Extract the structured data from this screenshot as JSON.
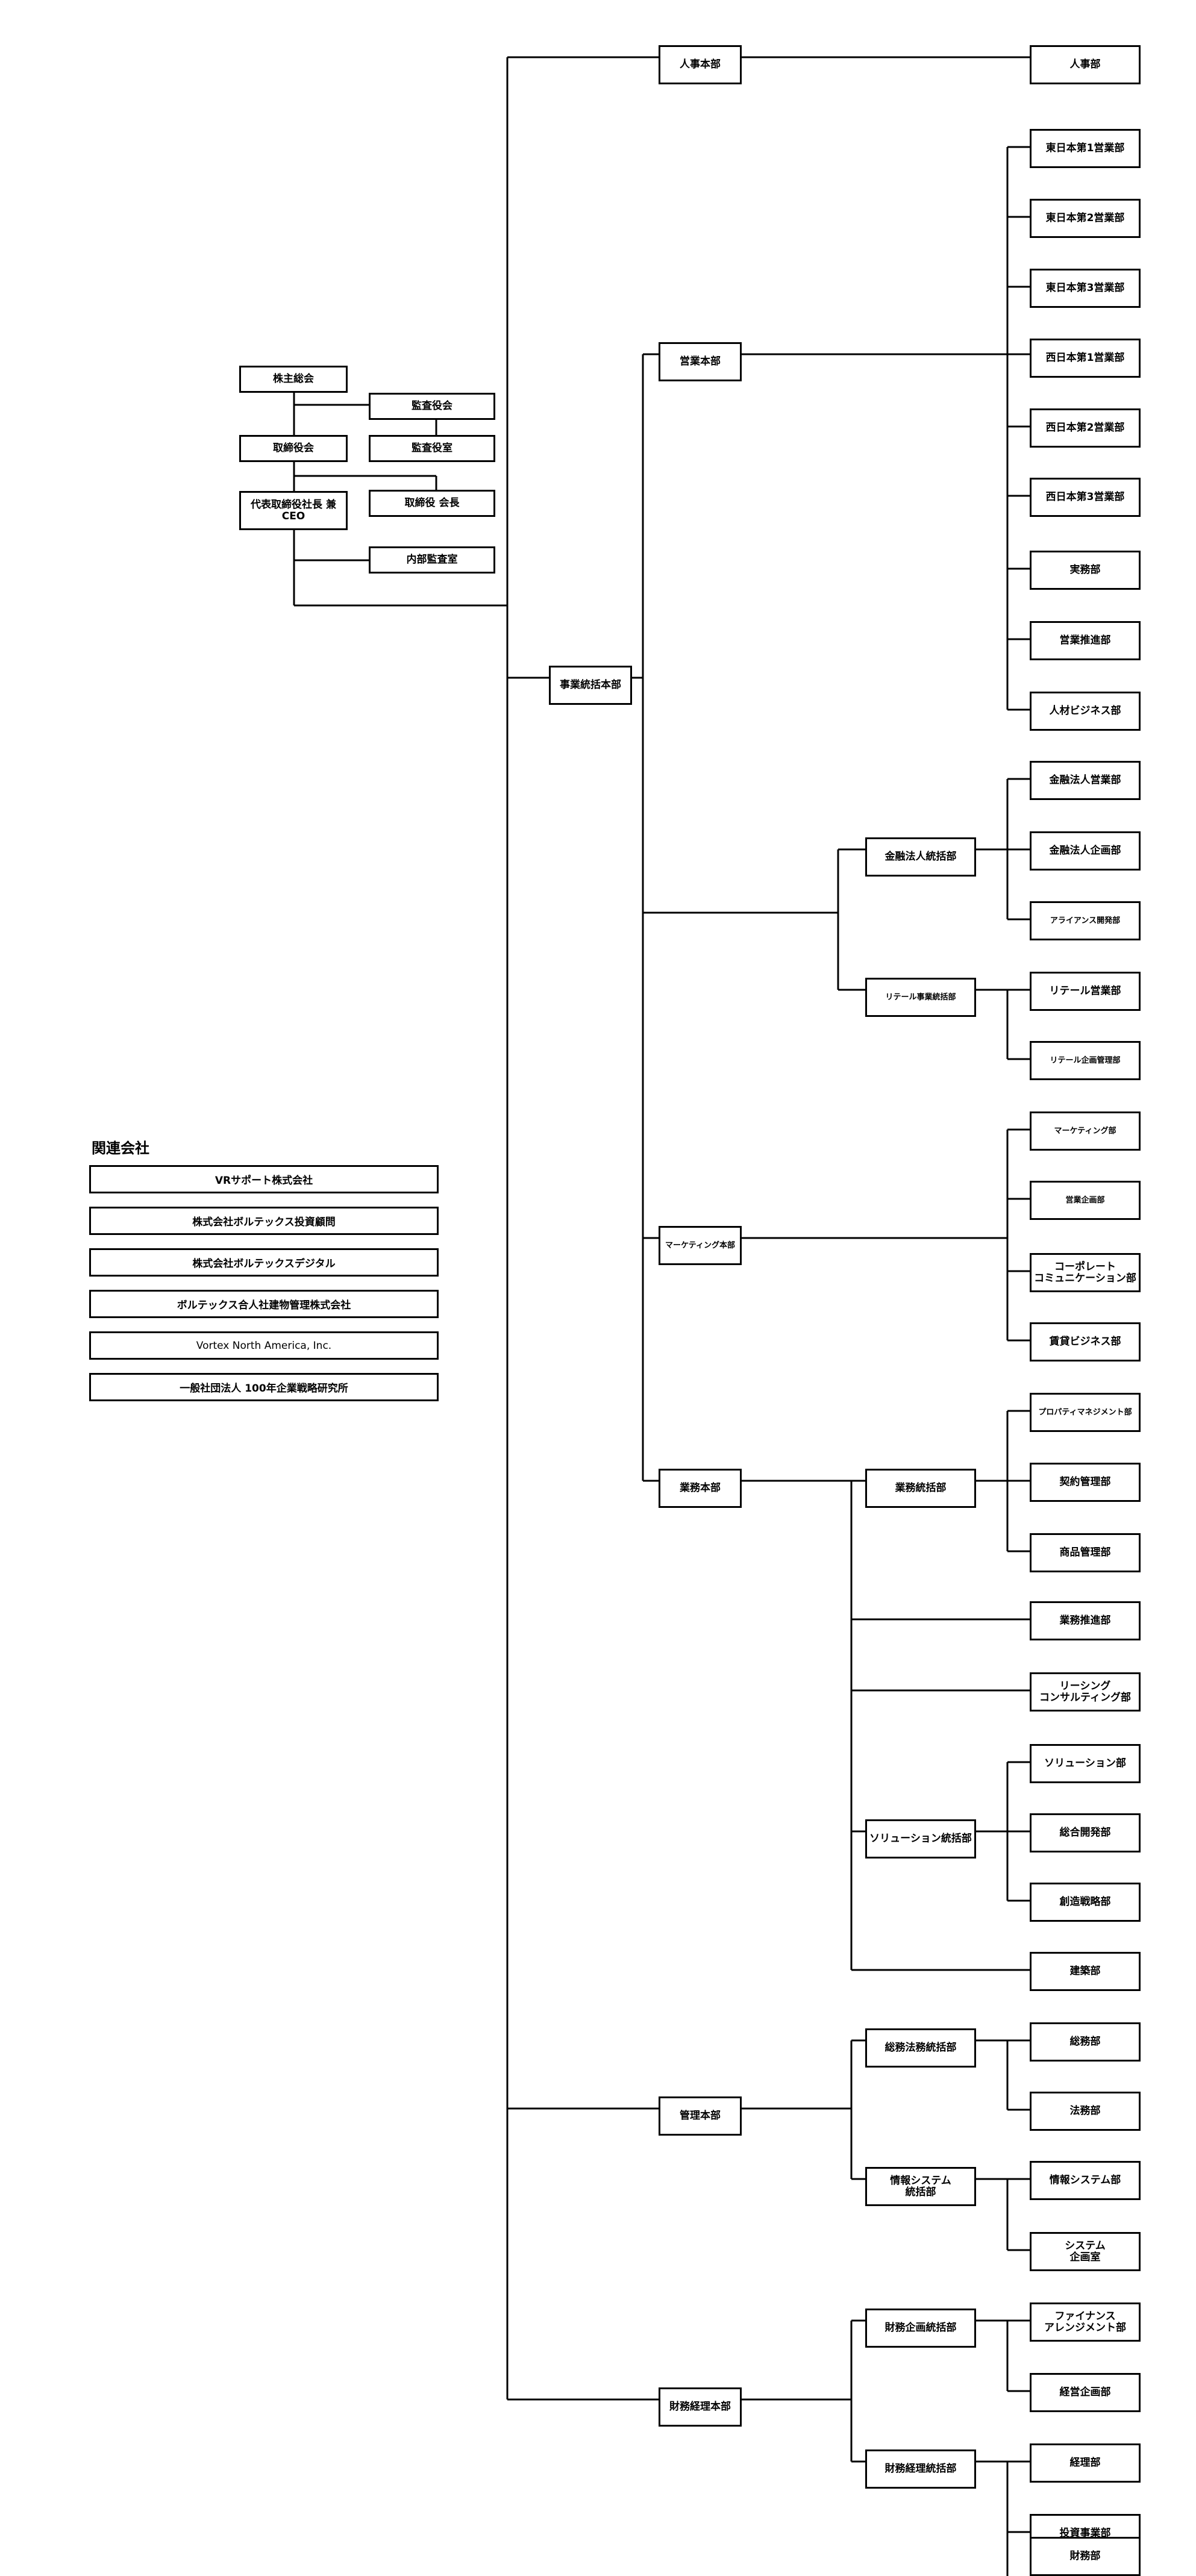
{
  "governance": {
    "shareholders": "株主総会",
    "board": "取締役会",
    "ceo": "代表取締役社長 兼\nCEO",
    "auditors_board": "監査役会",
    "auditors_office": "監査役室",
    "chairman": "取締役 会長",
    "internal_audit": "内部監査室"
  },
  "hq": {
    "hr": "人事本部",
    "business": "事業統括本部",
    "management": "管理本部",
    "finance": "財務経理本部"
  },
  "business": {
    "sales": "営業本部",
    "marketing": "マーケティング本部",
    "operations": "業務本部"
  },
  "groups": {
    "finance_corp": "金融法人統括部",
    "retail": "リテール事業統括部",
    "ops_control": "業務統括部",
    "solution": "ソリューション統括部",
    "general_legal": "総務法務統括部",
    "info_system": "情報システム\n統括部",
    "fin_planning": "財務企画統括部",
    "fin_accounting": "財務経理統括部"
  },
  "departments": {
    "hr": "人事部",
    "east1": "東日本第1営業部",
    "east2": "東日本第2営業部",
    "east3": "東日本第3営業部",
    "west1": "西日本第1営業部",
    "west2": "西日本第2営業部",
    "west3": "西日本第3営業部",
    "jitsumu": "実務部",
    "sales_promo": "営業推進部",
    "hr_business": "人材ビジネス部",
    "fin_corp_sales": "金融法人営業部",
    "fin_corp_plan": "金融法人企画部",
    "alliance": "アライアンス開発部",
    "retail_sales": "リテール営業部",
    "retail_plan": "リテール企画管理部",
    "marketing_dept": "マーケティング部",
    "sales_plan": "営業企画部",
    "corp_comm": "コーポレート\nコミュニケーション部",
    "rental": "賃貸ビジネス部",
    "property_mgmt": "プロパティマネジメント部",
    "contract": "契約管理部",
    "product": "商品管理部",
    "ops_promo": "業務推進部",
    "leasing": "リーシング\nコンサルティング部",
    "solution_dept": "ソリューション部",
    "dev": "総合開発部",
    "strategy": "創造戦略部",
    "construction": "建築部",
    "general": "総務部",
    "legal": "法務部",
    "info_sys_dept": "情報システム部",
    "sys_plan": "システム\n企画室",
    "finance_arr": "ファイナンス\nアレンジメント部",
    "corp_plan": "経営企画部",
    "accounting": "経理部",
    "investment": "投資事業部",
    "treasury": "財務部"
  },
  "related": {
    "title": "関連会社",
    "items": [
      "VRサポート株式会社",
      "株式会社ボルテックス投資顧問",
      "株式会社ボルテックスデジタル",
      "ボルテックス合人社建物管理株式会社",
      "Vortex North America, Inc.",
      "一般社団法人 100年企業戦略研究所"
    ]
  }
}
